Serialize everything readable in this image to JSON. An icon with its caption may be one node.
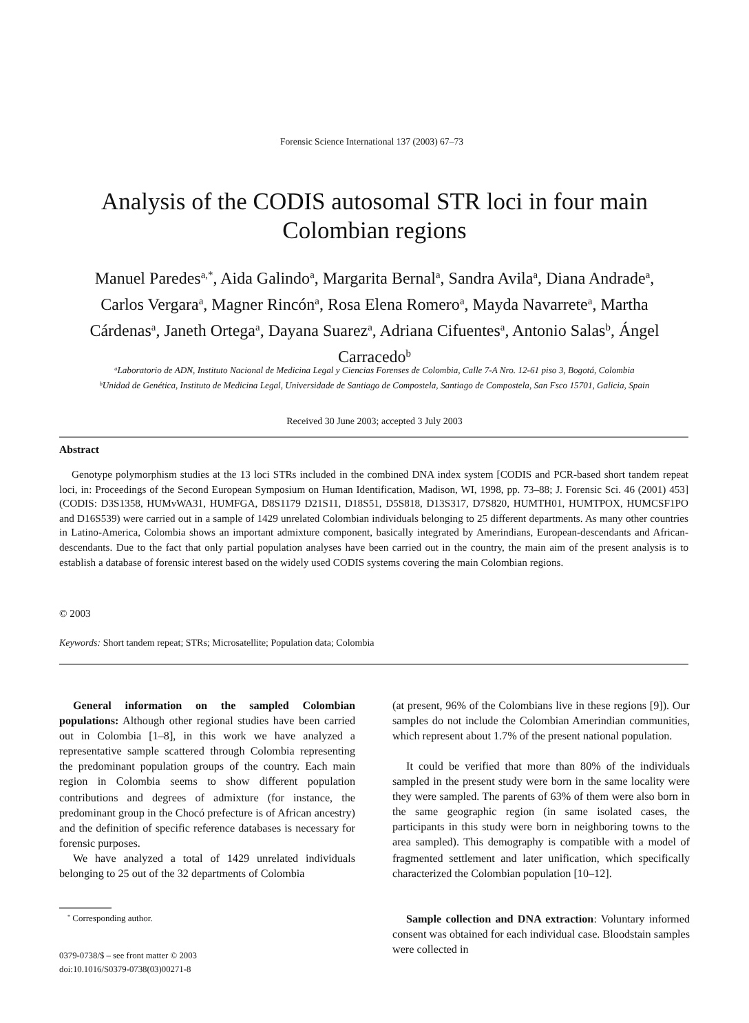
{
  "diagram": {
    "title": "Analysis of the CODIS autosomal STR loci in four main Colombian regions",
    "labels": [
      "Forensic Science International 137 (2003) 67–73",
      "Manuel Paredes$^{a,*}$, Aida Galindo$^{a}$, Margarita Bernal$^{a}$, Sandra Avila$^{a}$, Diana Andrade$^{a}$, Carlos Vergara$^{a}$, Magner Rincón$^{a}$, Rosa Elena Romero$^{a}$, Mayda Navarrete$^{a}$, Martha Cárdenas$^{a}$, Janeth Ortega$^{a}$, Dayana Suarez$^{a}$, Adriana Cifuentes$^{a}$, Antonio Salas$^{b}$, Ángel Carracedo$^{b}$",
      "$^{a}$Laboratorio de ADN, Instituto Nacional de Medicina Legal y Ciencias Forenses de Colombia, Calle 7-A Nro. 12-61 piso 3, Bogotá, Colombia",
      "$^{b}$Unidad de Genética, Instituto de Medicina Legal, Universidade de Santiago de Compostela, Santiago de Compostela, San Fsco 15701, Galicia, Spain",
      "Received 30 June 2003; accepted 3 July 2003",
      "Abstract",
      "Genotype polymorphism studies at the 13 loci STRs included in the combined DNA index system [CODIS and PCR-based short tandem repeat loci, in: Proceedings of the Second European Symposium on Human Identification, Madison, WI, 1998, pp. 73–88; J. Forensic Sci. 46 (2001) 453] (CODIS: D3S1358, HUMvWA31, HUMFGA, D8S1179 D21S11, D18S51, D5S818, D13S317, D7S820, HUMTH01, HUMTPOX, HUMCSF1PO and D16S539) were carried out in a sample of 1429 unrelated Colombian individuals belonging to 25 different departments. As many other countries in Latino-America, Colombia shows an important admixture component, basically integrated by Amerindians, European-descendants and African-descendants. Due to the fact that only partial population analyses have been carried out in the country, the main aim of the present analysis is to establish a database of forensic interest based on the widely used CODIS systems covering the main Colombian regions.",
      "© 2003",
      "*Keywords:* Short tandem repeat; STRs; Microsatellite; Population data; Colombia",
      "**General information on the sampled Colombian populations:** Although other regional studies have been carried out in Colombia [1–8], in this work we have analyzed a representative sample scattered through Colombia representing the predominant population groups of the country. Each main region in Colombia seems to show different population contributions and degrees of admixture (for instance, the predominant group in the Chocó prefecture is of African ancestry) and the definition of specific reference databases is necessary for forensic purposes.",
      "We have analyzed a total of 1429 unrelated individuals belonging to 25 out of the 32 departments of Colombia",
      "$^{*}$ Corresponding author.",
      "0379-0738/$ – see front matter © 2003",
      "doi:10.1016/S0379-0738(03)00271-8",
      "(at present, 96% of the Colombians live in these regions [9]). Our samples do not include the Colombian Amerindian communities, which represent about 1.7% of the present national population.",
      "It could be verified that more than 80% of the individuals sampled in the present study were born in the same locality were they were sampled. The parents of 63% of them were also born in the same geographic region (in same isolated cases, the participants in this study were born in neighboring towns to the area sampled). This demography is compatible with a model of fragmented settlement and later unification, which specifically characterized the Colombian population [10–12].",
      "**Sample collection and DNA extraction**: Voluntary informed consent was obtained for each individual case. Bloodstain samples were collected in"
    ]
  }
}
